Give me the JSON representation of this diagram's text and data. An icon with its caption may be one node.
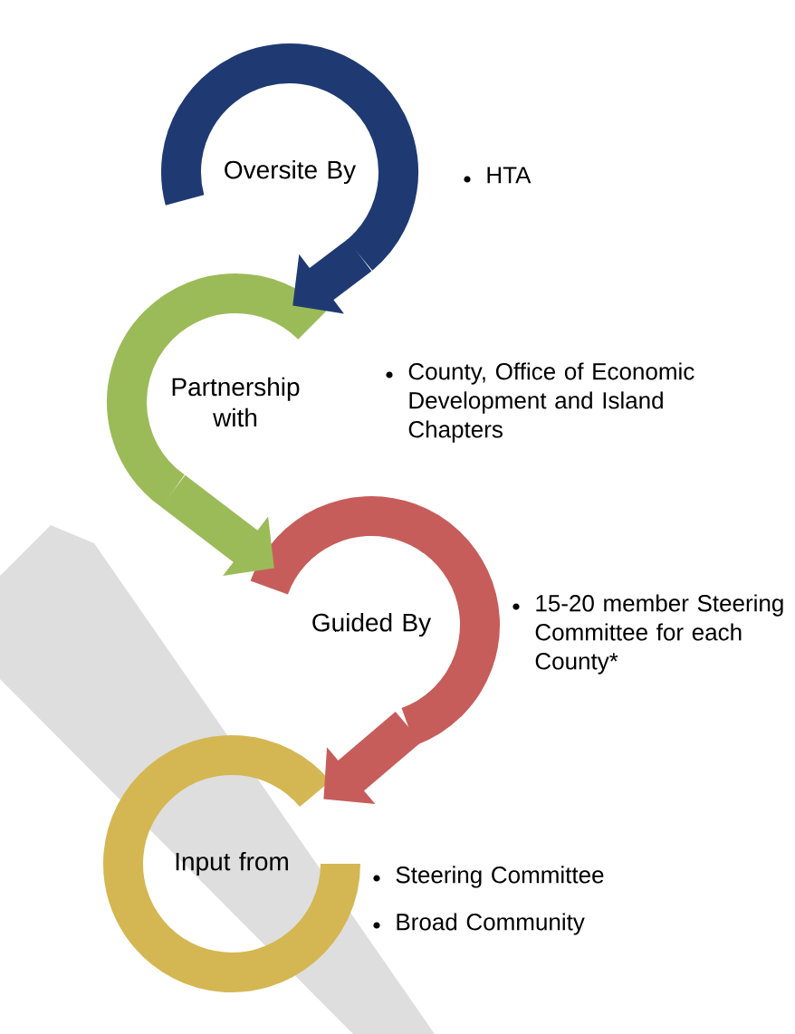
{
  "diagram": {
    "nodes": [
      {
        "text": [
          "Oversite By"
        ],
        "beside": [
          "HTA"
        ]
      },
      {
        "text": [
          "Partnership with"
        ],
        "beside": [
          "County, Office of Economic Development and Island Chapters"
        ]
      },
      {
        "text": [
          "Guided By"
        ],
        "beside": [
          "15-20 member Steering Committee for each County*"
        ]
      },
      {
        "text": [
          "Input from"
        ],
        "beside": [
          "Steering Committee",
          "Broad Community"
        ]
      }
    ],
    "edges": [
      {
        "from": 0,
        "to": 1,
        "arrow": "to",
        "color": "#1f3a73"
      },
      {
        "from": 1,
        "to": 2,
        "arrow": "to",
        "color": "#9bbb59"
      },
      {
        "from": 2,
        "to": 3,
        "arrow": "to",
        "color": "#c65d5b"
      }
    ]
  }
}
